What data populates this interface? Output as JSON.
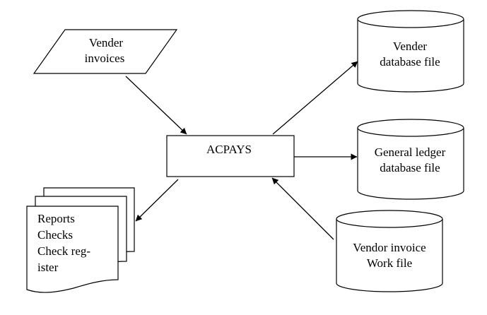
{
  "diagram": {
    "nodes": {
      "vender_invoices": {
        "lines": [
          "Vender",
          "invoices"
        ],
        "shape": "parallelogram"
      },
      "acpays": {
        "lines": [
          "ACPAYS"
        ],
        "shape": "rectangle"
      },
      "vender_database": {
        "lines": [
          "Vender",
          "database file"
        ],
        "shape": "cylinder"
      },
      "gl_database": {
        "lines": [
          "General ledger",
          "database file"
        ],
        "shape": "cylinder"
      },
      "vendor_invoice_work": {
        "lines": [
          "Vendor invoice",
          "Work file"
        ],
        "shape": "cylinder"
      },
      "reports": {
        "lines": [
          "Reports",
          "Checks",
          "Check reg-",
          "ister"
        ],
        "shape": "multi-document"
      }
    },
    "edges": [
      {
        "from": "vender_invoices",
        "to": "acpays"
      },
      {
        "from": "acpays",
        "to": "vender_database"
      },
      {
        "from": "acpays",
        "to": "gl_database"
      },
      {
        "from": "vendor_invoice_work",
        "to": "acpays"
      },
      {
        "from": "acpays",
        "to": "reports"
      }
    ]
  }
}
